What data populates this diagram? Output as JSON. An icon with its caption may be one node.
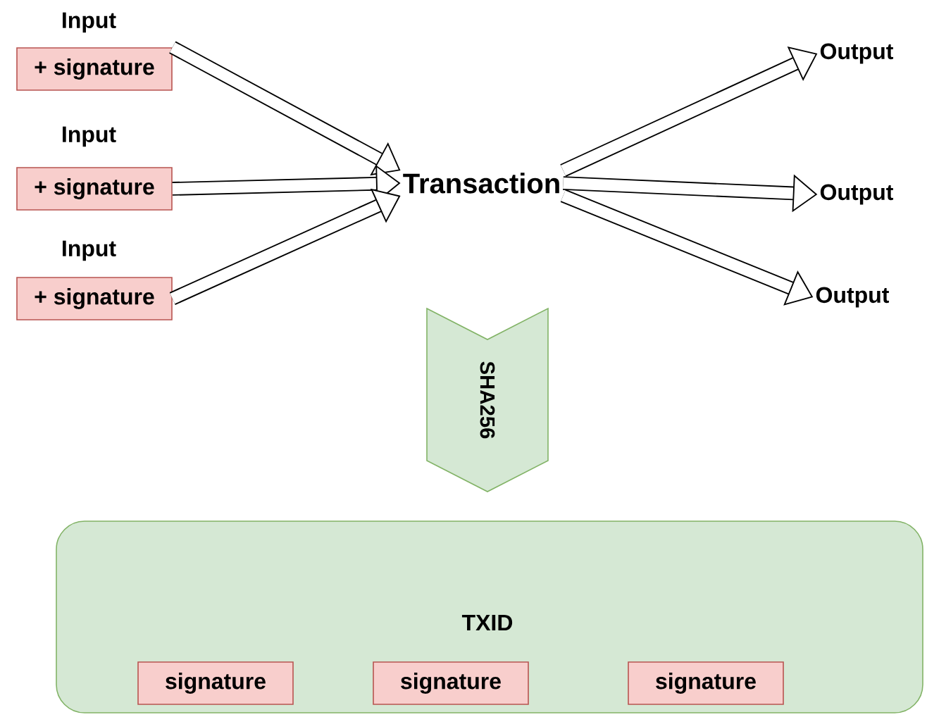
{
  "diagram": {
    "nodes": [
      {
        "text": [
          "Input",
          "+ signature"
        ]
      },
      {
        "text": [
          "Input",
          "+ signature"
        ]
      },
      {
        "text": [
          "Input",
          "+ signature"
        ]
      },
      {
        "text": [
          "Transaction"
        ]
      },
      {
        "text": [
          "Output"
        ]
      },
      {
        "text": [
          "Output"
        ]
      },
      {
        "text": [
          "Output"
        ]
      },
      {
        "text": [
          "SHA256"
        ]
      },
      {
        "text": [
          "TXID"
        ]
      },
      {
        "text": [
          "signature"
        ],
        "in": 8
      },
      {
        "text": [
          "signature"
        ],
        "in": 8
      },
      {
        "text": [
          "signature"
        ],
        "in": 8
      }
    ],
    "edges": [
      {
        "from": 0,
        "to": 3,
        "arrow": "to"
      },
      {
        "from": 1,
        "to": 3,
        "arrow": "to"
      },
      {
        "from": 2,
        "to": 3,
        "arrow": "to"
      },
      {
        "from": 3,
        "to": 4,
        "arrow": "to"
      },
      {
        "from": 3,
        "to": 5,
        "arrow": "to"
      },
      {
        "from": 3,
        "to": 6,
        "arrow": "to"
      }
    ]
  }
}
